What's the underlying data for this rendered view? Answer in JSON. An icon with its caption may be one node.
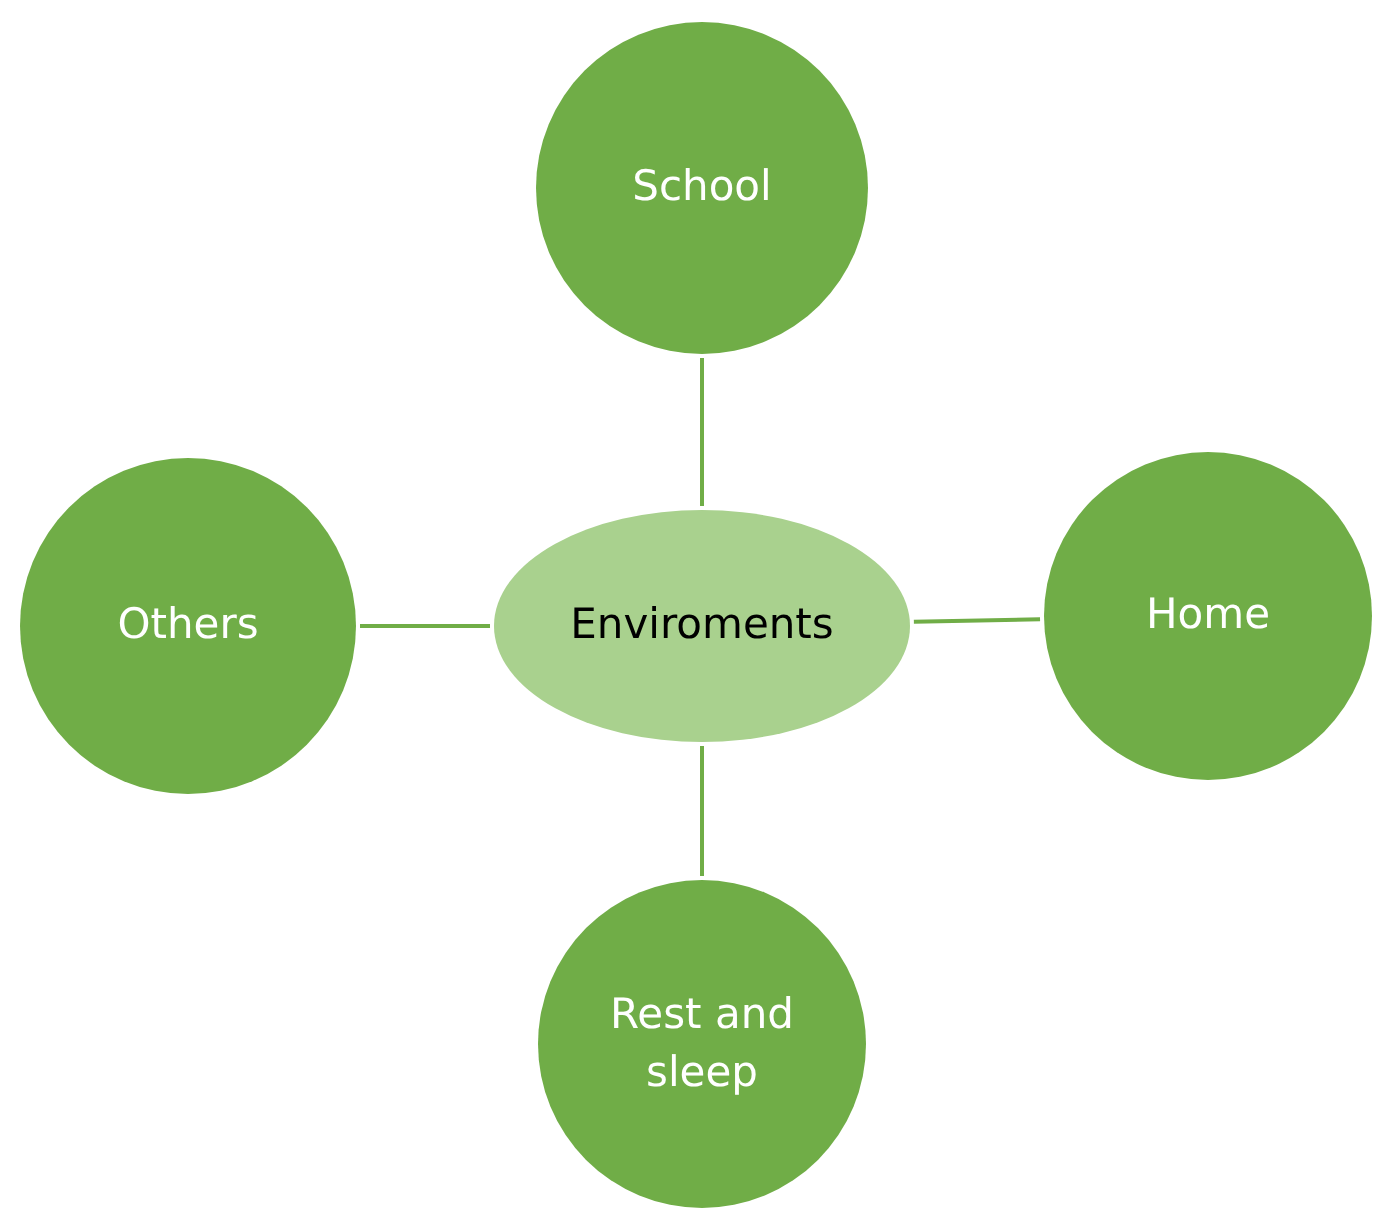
{
  "diagram": {
    "nodes": [
      {
        "text": [
          "School"
        ]
      },
      {
        "text": [
          "Others"
        ]
      },
      {
        "text": [
          "Enviroments"
        ]
      },
      {
        "text": [
          "Home"
        ]
      },
      {
        "text": [
          "Rest and sleep"
        ]
      }
    ],
    "edges": [
      {
        "from": 2,
        "to": 0,
        "arrow": "none"
      },
      {
        "from": 2,
        "to": 1,
        "arrow": "none"
      },
      {
        "from": 2,
        "to": 3,
        "arrow": "none"
      },
      {
        "from": 2,
        "to": 4,
        "arrow": "none"
      }
    ]
  }
}
